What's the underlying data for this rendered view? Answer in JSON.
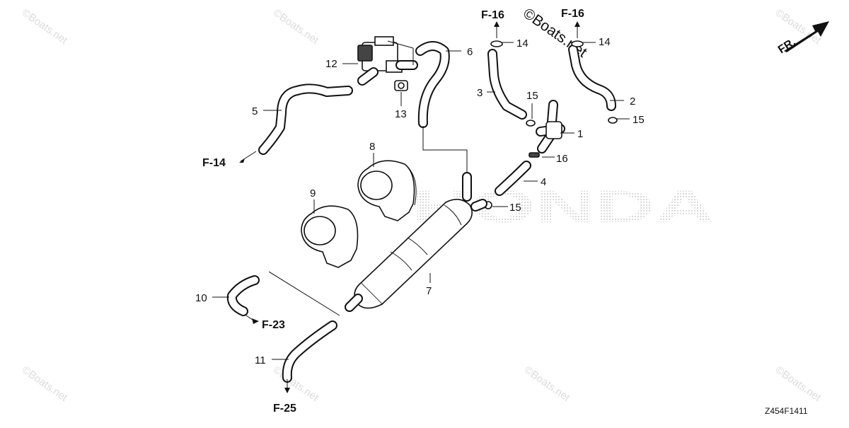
{
  "watermarks": {
    "big": "©Boats.net",
    "small": "©Boats.net"
  },
  "brand_watermark": "HONDA",
  "diagram_code": "Z454F1411",
  "front_indicator": "FR.",
  "part_labels": {
    "p1": "1",
    "p2": "2",
    "p3": "3",
    "p4": "4",
    "p5": "5",
    "p6": "6",
    "p7": "7",
    "p8": "8",
    "p9": "9",
    "p10": "10",
    "p11": "11",
    "p12": "12",
    "p13": "13",
    "p14a": "14",
    "p14b": "14",
    "p15a": "15",
    "p15b": "15",
    "p15c": "15",
    "p16": "16"
  },
  "reference_links": {
    "f14": "F-14",
    "f16a": "F-16",
    "f16b": "F-16",
    "f23": "F-23",
    "f25": "F-25"
  }
}
